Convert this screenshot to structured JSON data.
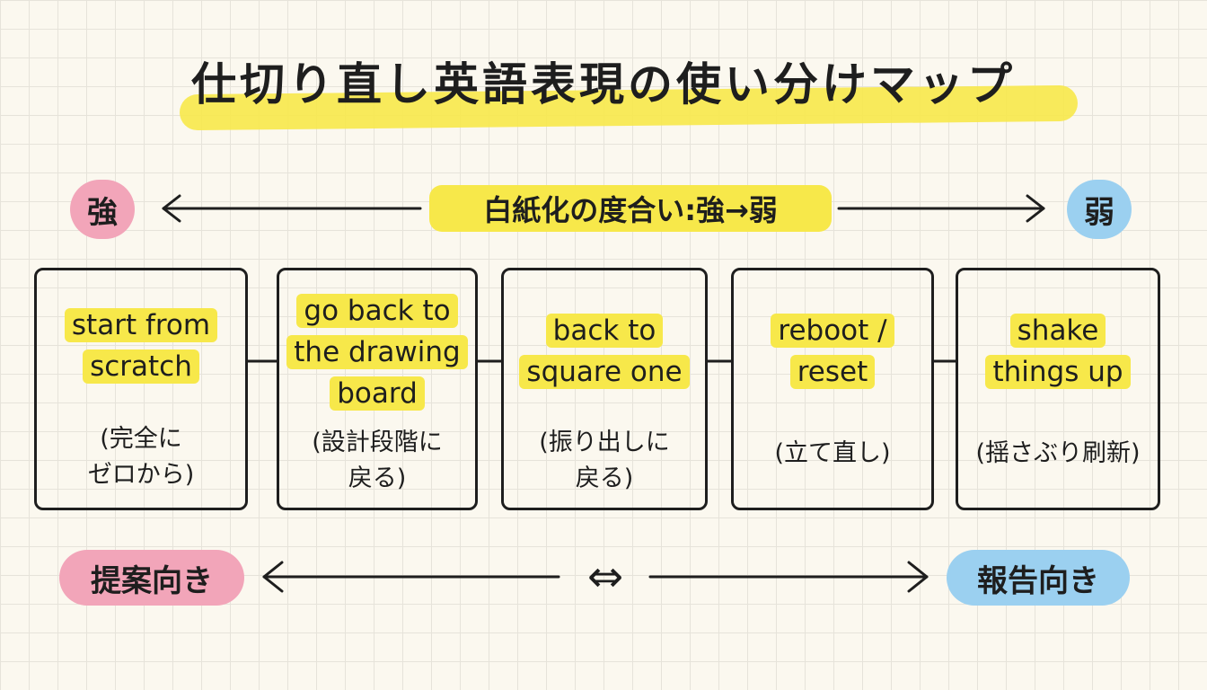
{
  "title": "仕切り直し英語表現の使い分けマップ",
  "scale": {
    "left_badge": "強",
    "right_badge": "弱",
    "axis_label": "白紙化の度合い:強→弱"
  },
  "usage": {
    "left_label": "提案向き",
    "right_label": "報告向き",
    "center_symbol": "⇔"
  },
  "cards": [
    {
      "en_lines": [
        "start from",
        "scratch"
      ],
      "ja_lines": [
        "(完全に",
        "ゼロから)"
      ]
    },
    {
      "en_lines": [
        "go back to",
        "the drawing",
        "board"
      ],
      "ja_lines": [
        "(設計段階に",
        "戻る)"
      ]
    },
    {
      "en_lines": [
        "back to",
        "square one"
      ],
      "ja_lines": [
        "(振り出しに",
        "戻る)"
      ]
    },
    {
      "en_lines": [
        "reboot /",
        "reset"
      ],
      "ja_lines": [
        "(立て直し)"
      ]
    },
    {
      "en_lines": [
        "shake",
        "things up"
      ],
      "ja_lines": [
        "(揺さぶり刷新)"
      ]
    }
  ],
  "colors": {
    "highlight_yellow": "#f7e84a",
    "strong_pink": "#f2a5b9",
    "weak_blue": "#9bd0f0",
    "ink": "#1e1e1e",
    "paper": "#fbf8ef"
  }
}
